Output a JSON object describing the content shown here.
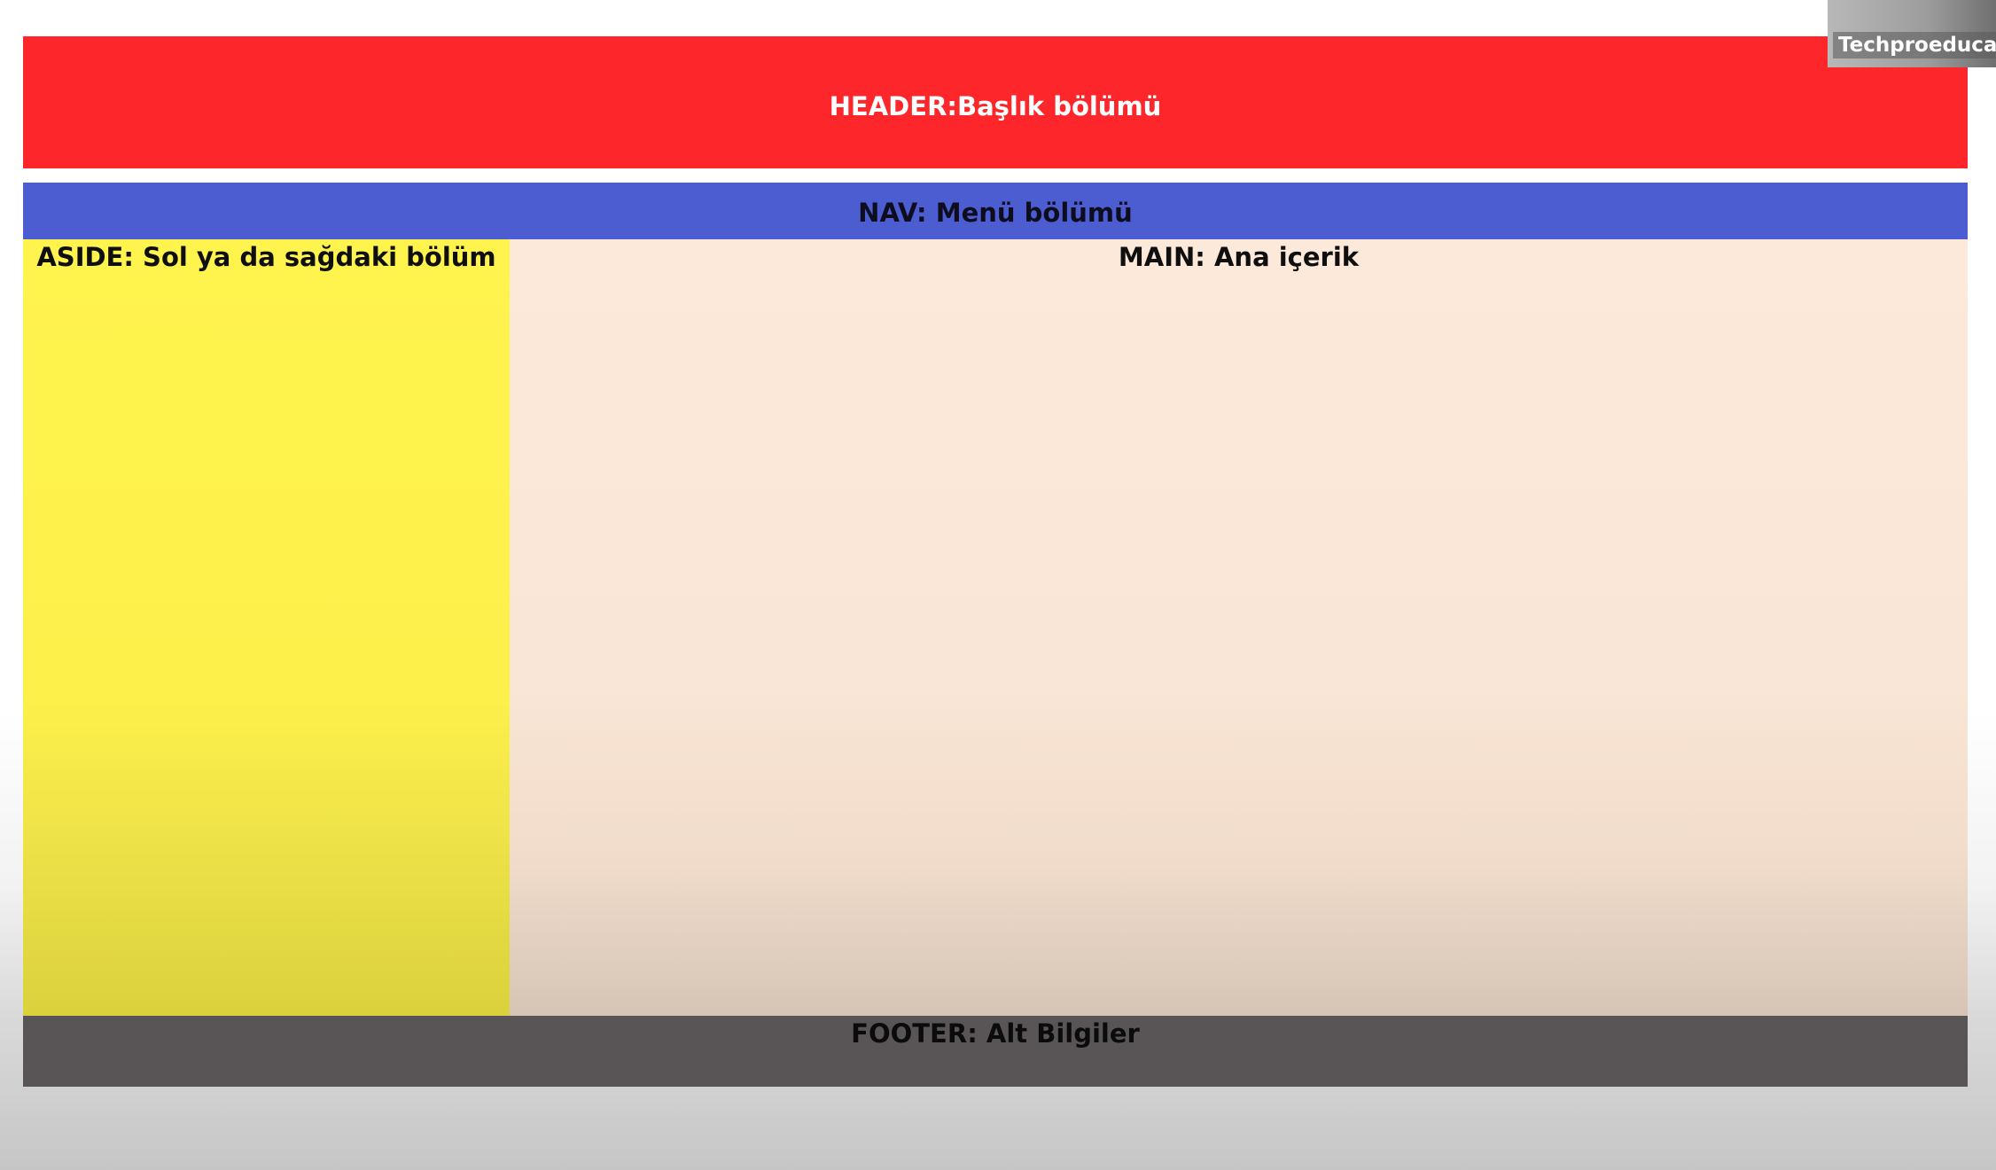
{
  "header": {
    "label": "HEADER:Başlık bölümü"
  },
  "nav": {
    "label": "NAV: Menü bölümü"
  },
  "aside": {
    "label": "ASIDE: Sol ya da sağdaki bölüm"
  },
  "main": {
    "label": "MAIN: Ana içerik"
  },
  "footer": {
    "label": "FOOTER: Alt Bilgiler"
  },
  "watermark": {
    "label": "Techproeducatio"
  },
  "colors": {
    "header": "#fc262b",
    "nav": "#4c5dd2",
    "aside": "#fff34e",
    "main": "#fce9d9",
    "footer": "#595556"
  }
}
